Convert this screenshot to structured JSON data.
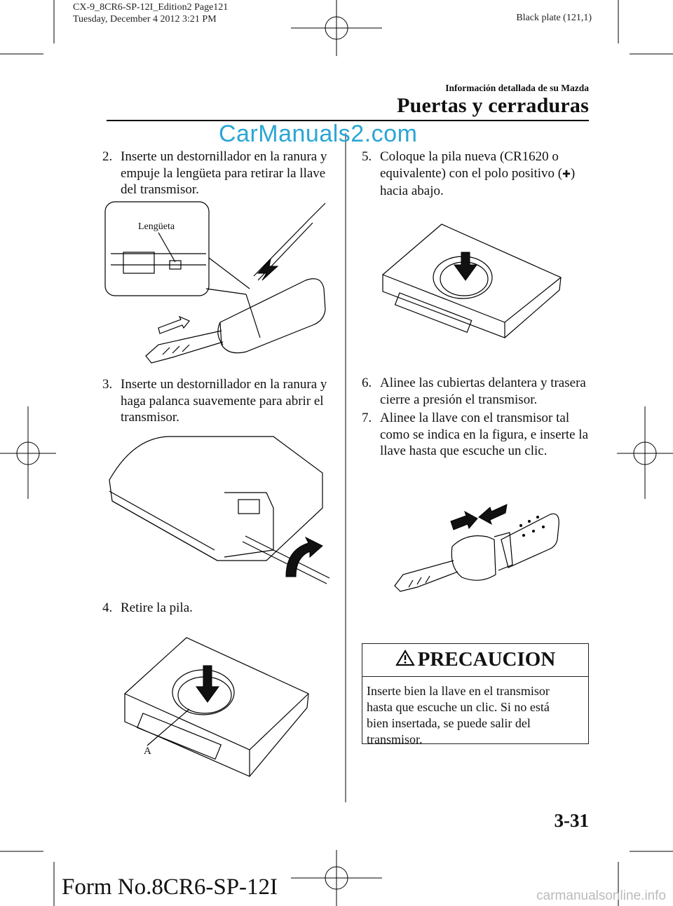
{
  "header": {
    "meta_line1": "CX-9_8CR6-SP-12I_Edition2 Page121",
    "meta_line2": "Tuesday, December 4 2012 3:21 PM",
    "plate": "Black plate (121,1)",
    "section_small": "Información detallada de su Mazda",
    "section_title": "Puertas y cerraduras",
    "watermark": "CarManuals2.com"
  },
  "steps": [
    {
      "num": "2.",
      "text": "Inserte un destornillador en la ranura y empuje la lengüeta para retirar la llave del transmisor."
    },
    {
      "num": "3.",
      "text": "Inserte un destornillador en la ranura y haga palanca suavemente para abrir el transmisor."
    },
    {
      "num": "4.",
      "text": "Retire la pila."
    },
    {
      "num": "5.",
      "text_before": "Coloque la pila nueva (CR1620 o equivalente) con el polo positivo (",
      "plus": "✚",
      "text_after": ") hacia abajo."
    },
    {
      "num": "6.",
      "text": "Alinee las cubiertas delantera y trasera cierre a presión el transmisor."
    },
    {
      "num": "7.",
      "text": "Alinee la llave con el transmisor tal como se indica en la figura, e inserte la llave hasta que escuche un clic."
    }
  ],
  "figures": {
    "fig1_label": "Lengüeta",
    "fig4_label": "A"
  },
  "caution": {
    "icon": "warning-triangle-icon",
    "title": "PRECAUCION",
    "body": "Inserte bien la llave en el transmisor hasta que escuche un clic. Si no está bien insertada, se puede salir del transmisor."
  },
  "footer": {
    "page_number": "3-31",
    "form_no": "Form No.8CR6-SP-12I",
    "site": "carmanualsonline.info"
  }
}
